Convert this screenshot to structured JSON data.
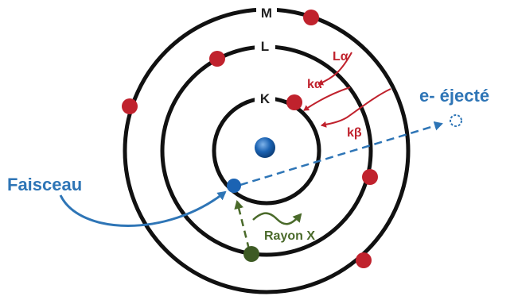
{
  "shells": [
    {
      "name": "K"
    },
    {
      "name": "L"
    },
    {
      "name": "M"
    }
  ],
  "transitions": {
    "l_alpha": "Lα",
    "k_alpha": "kα",
    "k_beta": "kβ"
  },
  "labels": {
    "beam": "Faisceau",
    "ejected": "e- éjecté",
    "xray": "Rayon X"
  },
  "colors": {
    "shell": "#111111",
    "electron": "#c0222d",
    "nucleus": "#1b63b3",
    "beam": "#2e75b6",
    "xray": "#4a6a2a"
  }
}
